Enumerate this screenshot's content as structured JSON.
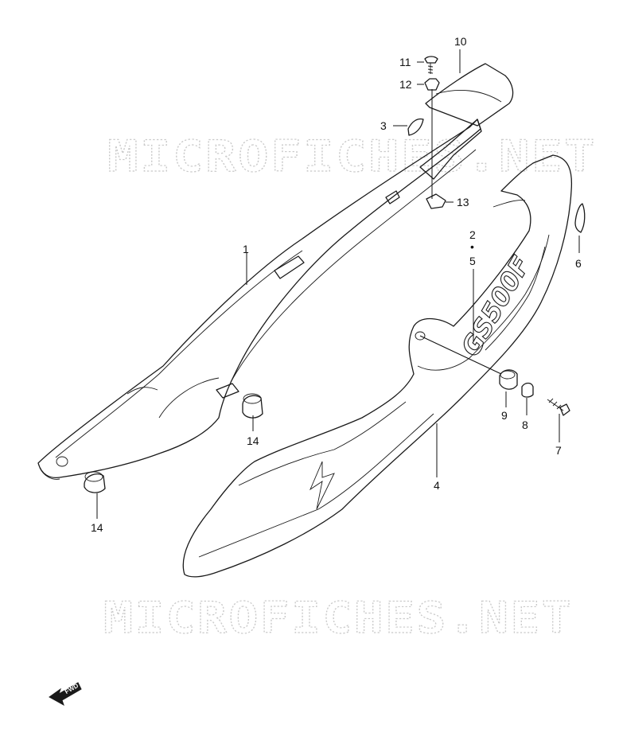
{
  "watermark": {
    "text": "MICROFICHES.NET"
  },
  "decal": {
    "text": "GS500F"
  },
  "fwd_arrow": {
    "label": "FWD"
  },
  "callouts": [
    {
      "id": "c1",
      "label": "1"
    },
    {
      "id": "c2",
      "label": "2"
    },
    {
      "id": "c3",
      "label": "3"
    },
    {
      "id": "c4",
      "label": "4"
    },
    {
      "id": "c5",
      "label": "5"
    },
    {
      "id": "c6",
      "label": "6"
    },
    {
      "id": "c7",
      "label": "7"
    },
    {
      "id": "c8",
      "label": "8"
    },
    {
      "id": "c9",
      "label": "9"
    },
    {
      "id": "c10",
      "label": "10"
    },
    {
      "id": "c11",
      "label": "11"
    },
    {
      "id": "c12",
      "label": "12"
    },
    {
      "id": "c13",
      "label": "13"
    },
    {
      "id": "c14a",
      "label": "14"
    },
    {
      "id": "c14b",
      "label": "14"
    },
    {
      "id": "c2dot",
      "label": "•"
    }
  ]
}
